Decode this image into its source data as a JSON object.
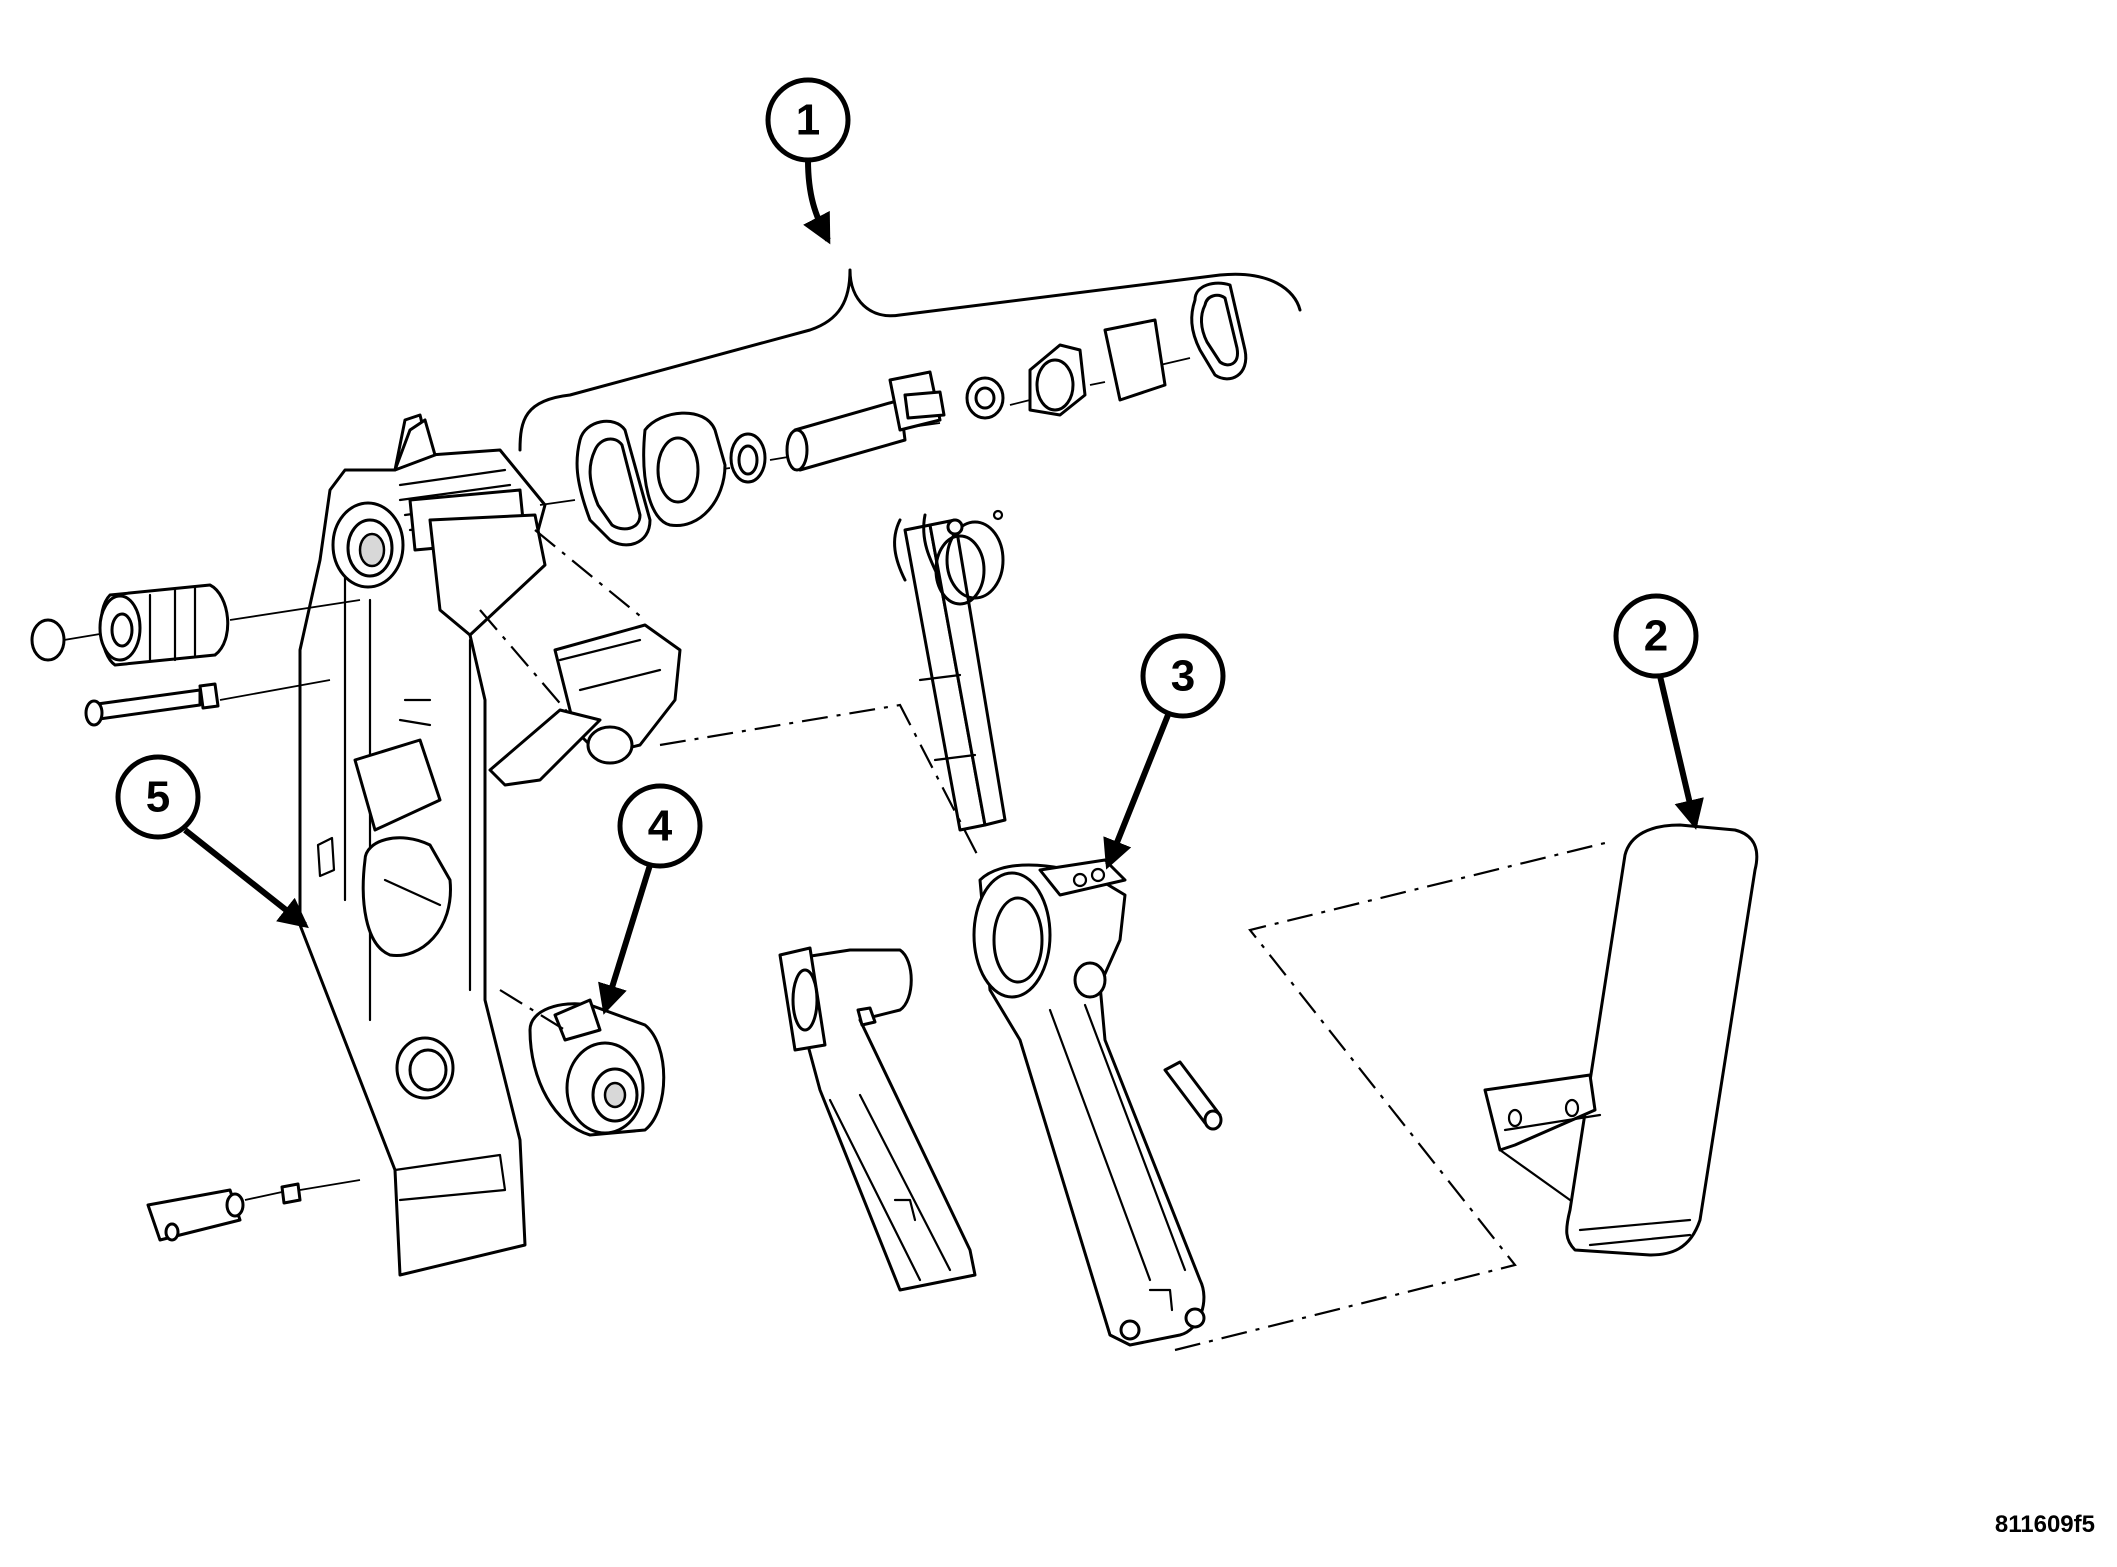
{
  "callouts": [
    {
      "id": "1",
      "label": "1"
    },
    {
      "id": "2",
      "label": "2"
    },
    {
      "id": "3",
      "label": "3"
    },
    {
      "id": "4",
      "label": "4"
    },
    {
      "id": "5",
      "label": "5"
    }
  ],
  "figure_code": "811609f5"
}
